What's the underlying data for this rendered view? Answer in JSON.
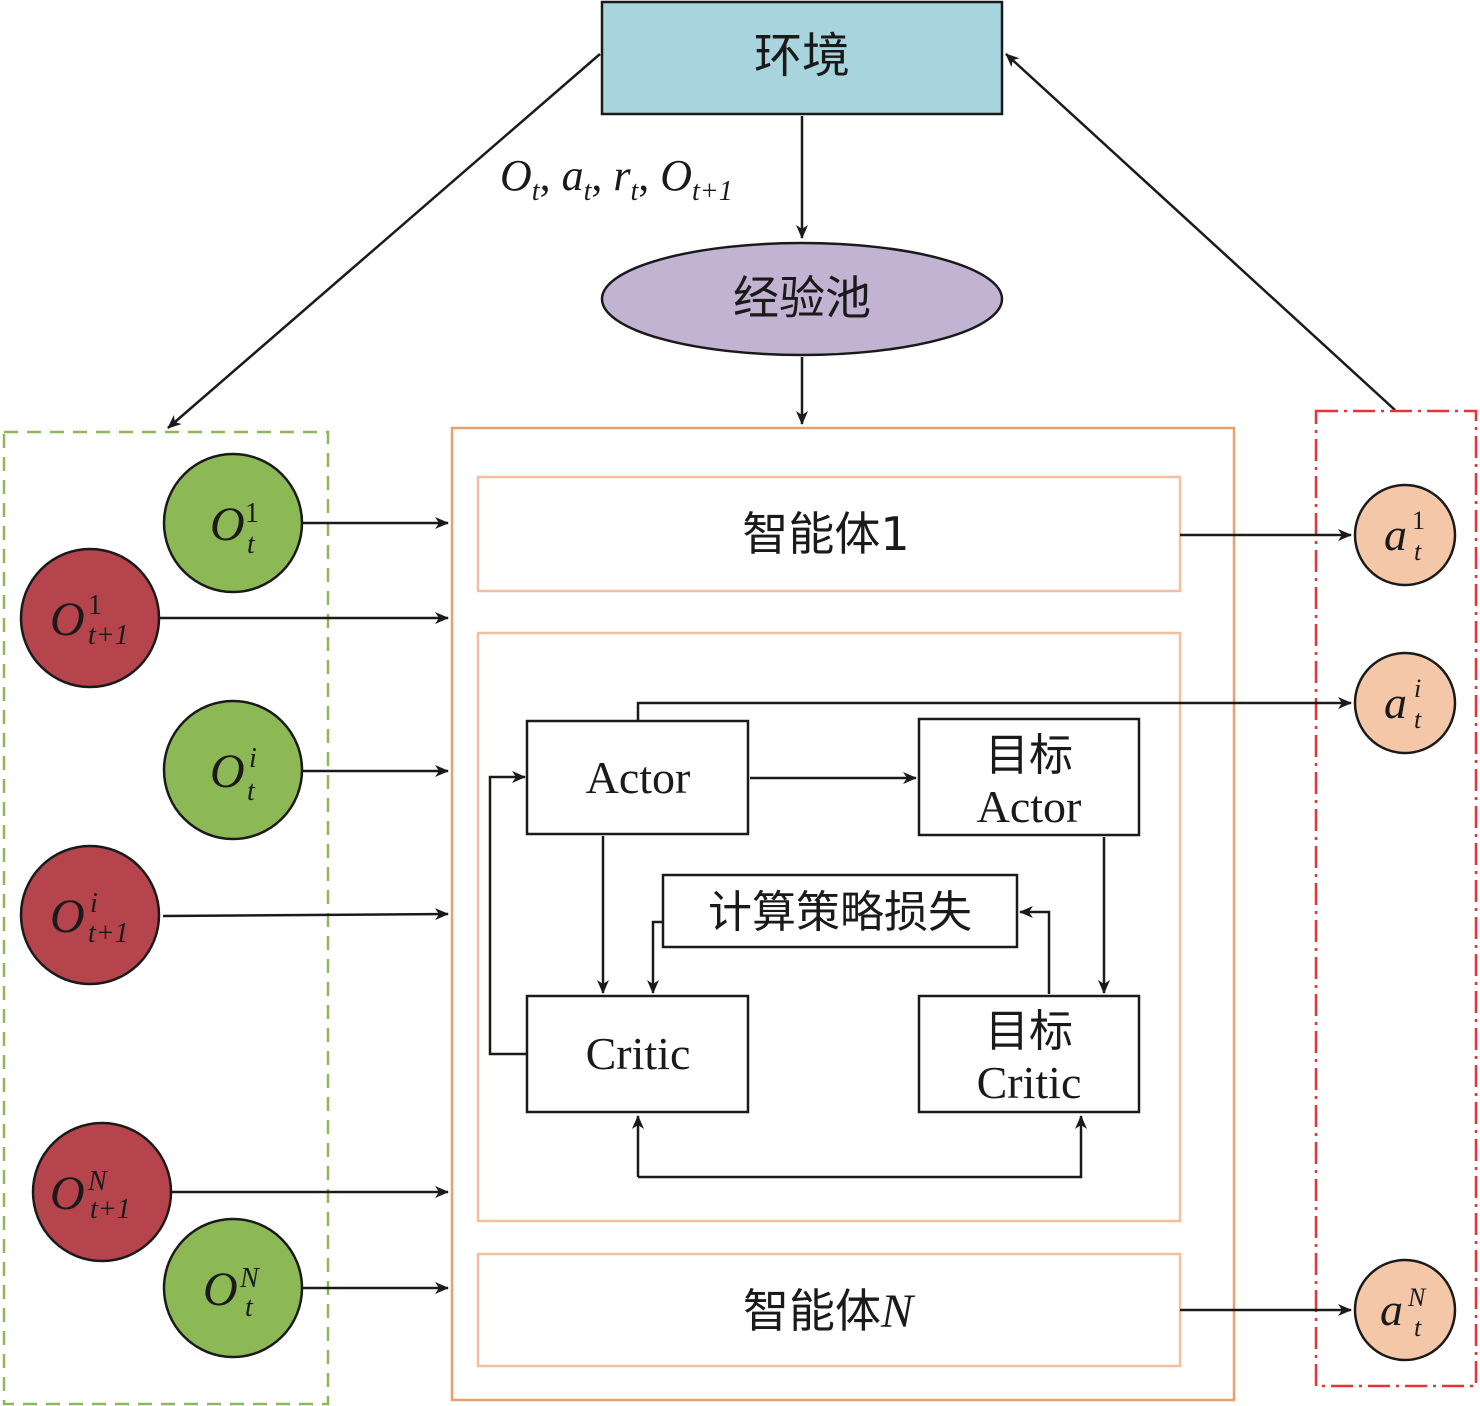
{
  "environment": {
    "label": "环境",
    "color": "#a8d5dd"
  },
  "transition": {
    "o": "O",
    "o_sub": "t",
    "a": "a",
    "a_sub": "t",
    "r": "r",
    "r_sub": "t",
    "o_next": "O",
    "o_next_sub": "t+1",
    "separator": ", "
  },
  "replay_buffer": {
    "label": "经验池",
    "color": "#c3b3d3"
  },
  "agent_1": {
    "label": "智能体1"
  },
  "agent_n": {
    "label": "智能体",
    "label_var": "N"
  },
  "networks": {
    "actor": "Actor",
    "target_actor_top": "目标",
    "target_actor_bottom": "Actor",
    "critic": "Critic",
    "target_critic_top": "目标",
    "target_critic_bottom": "Critic",
    "policy_loss": "计算策略损失"
  },
  "observations": [
    {
      "id": "o_t_1",
      "base": "O",
      "sup": "1",
      "sub": "t",
      "color": "#8db856"
    },
    {
      "id": "o_t1_1",
      "base": "O",
      "sup": "1",
      "sub": "t+1",
      "color": "#b5444c"
    },
    {
      "id": "o_t_i",
      "base": "O",
      "sup": "i",
      "sub": "t",
      "color": "#8db856"
    },
    {
      "id": "o_t1_i",
      "base": "O",
      "sup": "i",
      "sub": "t+1",
      "color": "#b5444c"
    },
    {
      "id": "o_t1_n",
      "base": "O",
      "sup": "N",
      "sub": "t+1",
      "color": "#b5444c"
    },
    {
      "id": "o_t_n",
      "base": "O",
      "sup": "N",
      "sub": "t",
      "color": "#8db856"
    }
  ],
  "actions": [
    {
      "id": "a_t_1",
      "base": "a",
      "sup": "1",
      "sub": "t",
      "color": "#f5c7a9"
    },
    {
      "id": "a_t_i",
      "base": "a",
      "sup": "i",
      "sub": "t",
      "color": "#f5c7a9"
    },
    {
      "id": "a_t_n",
      "base": "a",
      "sup": "N",
      "sub": "t",
      "color": "#f5c7a9"
    }
  ],
  "colors": {
    "observation_group_border": "#8db856",
    "action_group_border": "#e8323a",
    "agents_border": "#e8a070",
    "inner_border": "#f0c0a0"
  }
}
